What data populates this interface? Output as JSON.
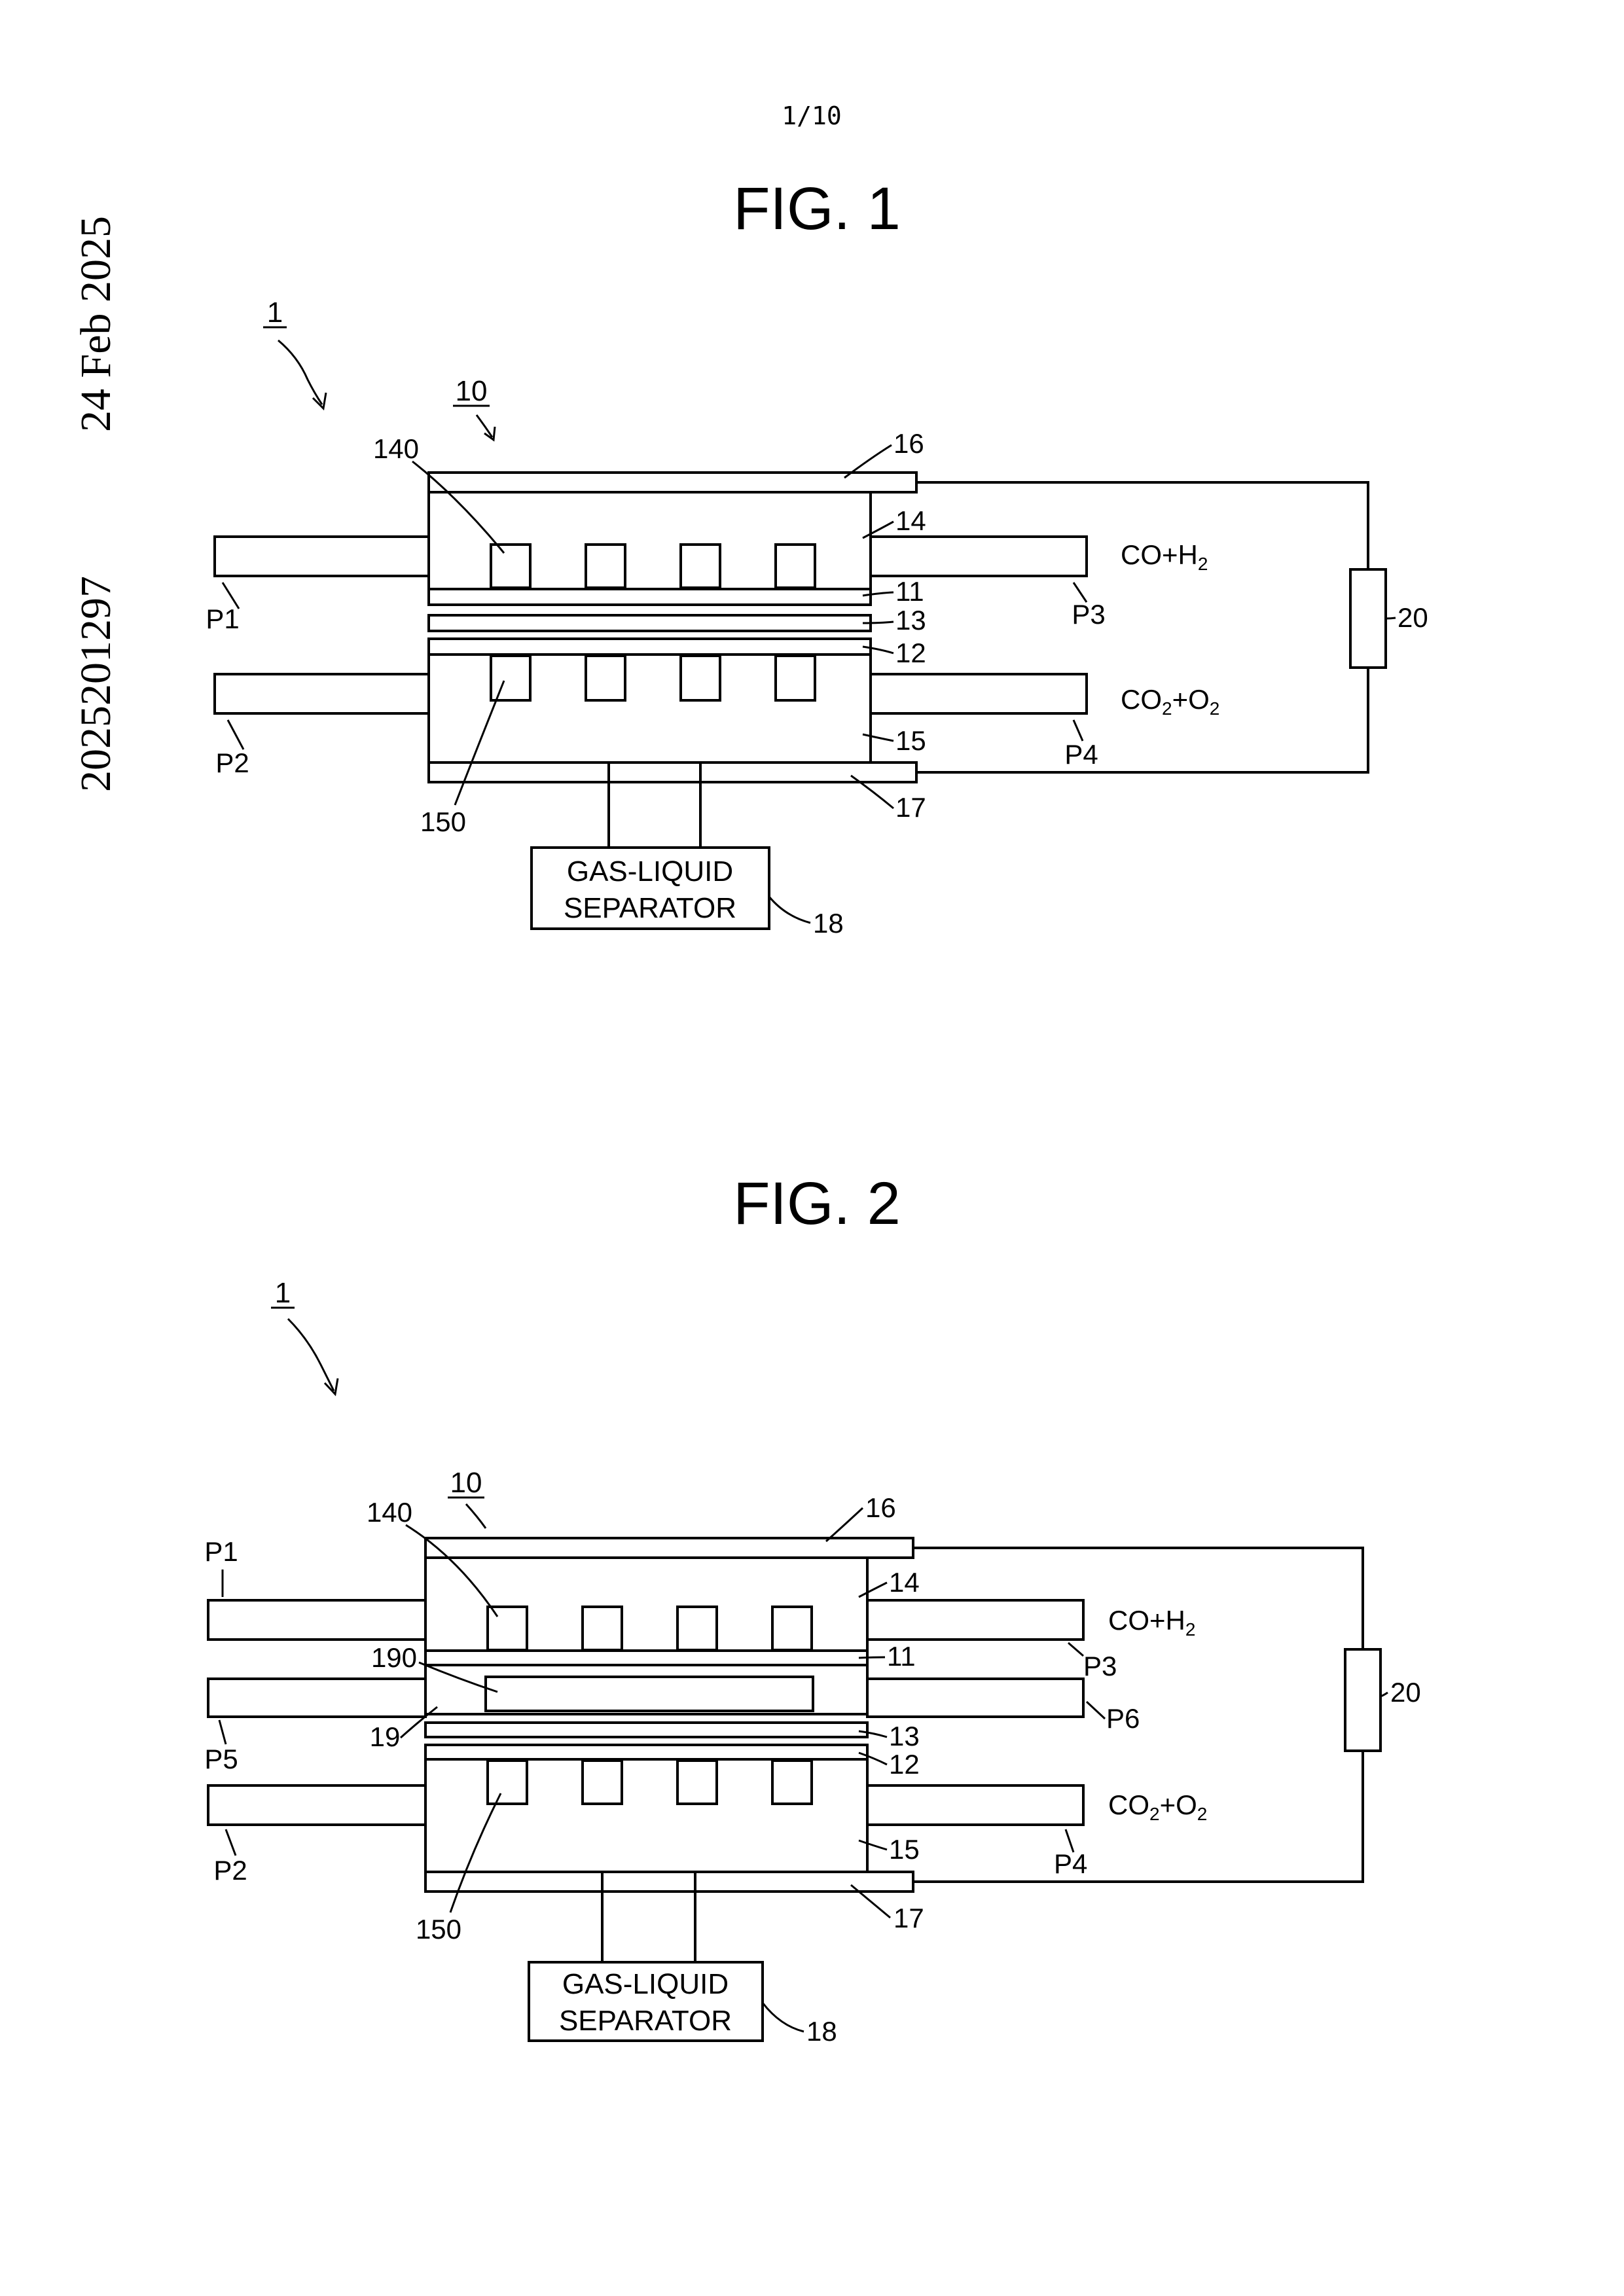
{
  "page": {
    "number": "1/10"
  },
  "margin": {
    "date": "24 Feb 2025",
    "application_number": "2025201297"
  },
  "figures": [
    {
      "title": "FIG.  1",
      "labels": {
        "system": "1",
        "cell": "10",
        "l140": "140",
        "l150": "150",
        "l11": "11",
        "l12": "12",
        "l13": "13",
        "l14": "14",
        "l15": "15",
        "l16": "16",
        "l17": "17",
        "l18": "18",
        "l20": "20",
        "p1": "P1",
        "p2": "P2",
        "p3": "P3",
        "p4": "P4",
        "out_top_main": "CO+H",
        "out_top_sub": "2",
        "out_bot_a": "CO",
        "out_bot_sub1": "2",
        "out_bot_b": "+O",
        "out_bot_sub2": "2",
        "sep_line1": "GAS-LIQUID",
        "sep_line2": "SEPARATOR"
      }
    },
    {
      "title": "FIG.  2",
      "labels": {
        "system": "1",
        "cell": "10",
        "l140": "140",
        "l150": "150",
        "l11": "11",
        "l12": "12",
        "l13": "13",
        "l14": "14",
        "l15": "15",
        "l16": "16",
        "l17": "17",
        "l18": "18",
        "l19": "19",
        "l190": "190",
        "l20": "20",
        "p1": "P1",
        "p2": "P2",
        "p3": "P3",
        "p4": "P4",
        "p5": "P5",
        "p6": "P6",
        "out_top_main": "CO+H",
        "out_top_sub": "2",
        "out_bot_a": "CO",
        "out_bot_sub1": "2",
        "out_bot_b": "+O",
        "out_bot_sub2": "2",
        "sep_line1": "GAS-LIQUID",
        "sep_line2": "SEPARATOR"
      }
    }
  ]
}
